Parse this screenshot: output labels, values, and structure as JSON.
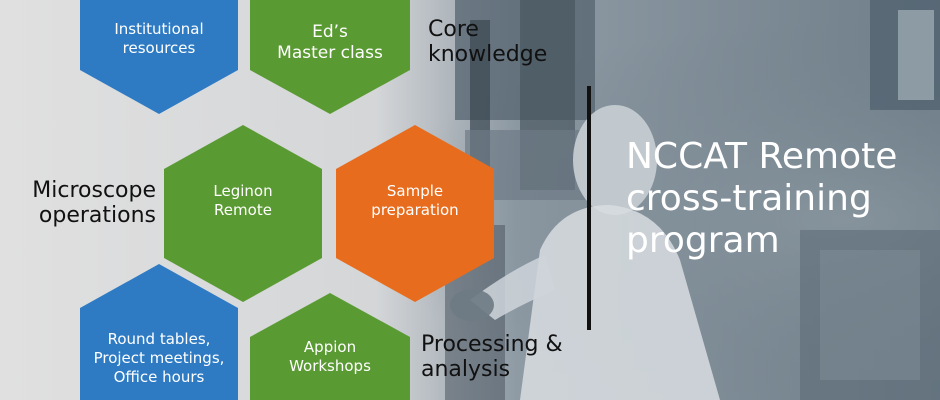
{
  "hexagons": {
    "institutional": {
      "lines": [
        "Institutional",
        "resources"
      ],
      "color": "#2e7bc4"
    },
    "masterclass": {
      "lines": [
        "Ed’s",
        "Master class"
      ],
      "color": "#5a9a33"
    },
    "leginon": {
      "lines": [
        "Leginon",
        "Remote"
      ],
      "color": "#5a9a33"
    },
    "sample_prep": {
      "lines": [
        "Sample",
        "preparation"
      ],
      "color": "#e86c1e"
    },
    "round_tables": {
      "lines": [
        "Round tables,",
        "Project meetings,",
        "Office hours"
      ],
      "color": "#2e7bc4"
    },
    "appion": {
      "lines": [
        "Appion",
        "Workshops"
      ],
      "color": "#5a9a33"
    }
  },
  "labels": {
    "core": [
      "Core",
      "knowledge"
    ],
    "microscope": [
      "Microscope",
      "operations"
    ],
    "processing": [
      "Processing &",
      "analysis"
    ]
  },
  "headline": [
    "NCCAT Remote",
    "cross-training",
    "program"
  ],
  "colors": {
    "blue": "#2e7bc4",
    "green": "#5a9a33",
    "orange": "#e86c1e",
    "gap": "#b8b8b8",
    "text_dark": "#111111",
    "text_light": "#ffffff"
  }
}
